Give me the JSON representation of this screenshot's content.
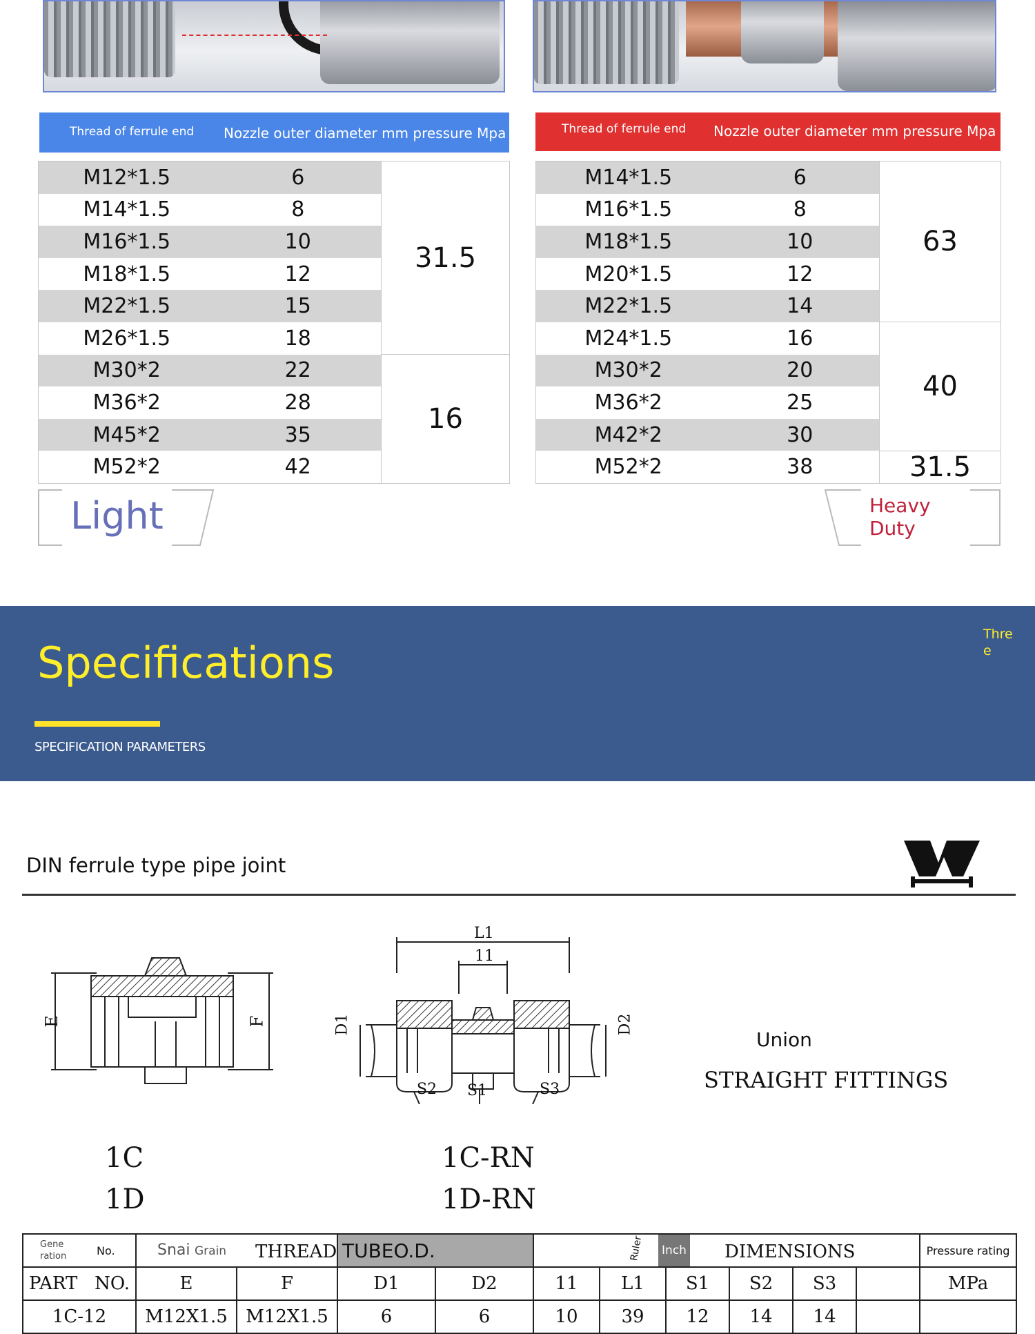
{
  "light_table": {
    "header": {
      "col1": "Thread of ferrule end",
      "col2": "Nozzle outer diameter mm pressure Mpa"
    },
    "rows": [
      {
        "thread": "M12*1.5",
        "od": "6"
      },
      {
        "thread": "M14*1.5",
        "od": "8"
      },
      {
        "thread": "M16*1.5",
        "od": "10"
      },
      {
        "thread": "M18*1.5",
        "od": "12"
      },
      {
        "thread": "M22*1.5",
        "od": "15"
      },
      {
        "thread": "M26*1.5",
        "od": "18"
      },
      {
        "thread": "M30*2",
        "od": "22"
      },
      {
        "thread": "M36*2",
        "od": "28"
      },
      {
        "thread": "M45*2",
        "od": "35"
      },
      {
        "thread": "M52*2",
        "od": "42"
      }
    ],
    "pressures": [
      "31.5",
      "16"
    ],
    "label": "Light"
  },
  "heavy_table": {
    "header": {
      "col1": "Thread of ferrule end",
      "col2": "Nozzle outer diameter mm pressure Mpa"
    },
    "rows": [
      {
        "thread": "M14*1.5",
        "od": "6"
      },
      {
        "thread": "M16*1.5",
        "od": "8"
      },
      {
        "thread": "M18*1.5",
        "od": "10"
      },
      {
        "thread": "M20*1.5",
        "od": "12"
      },
      {
        "thread": "M22*1.5",
        "od": "14"
      },
      {
        "thread": "M24*1.5",
        "od": "16"
      },
      {
        "thread": "M30*2",
        "od": "20"
      },
      {
        "thread": "M36*2",
        "od": "25"
      },
      {
        "thread": "M42*2",
        "od": "30"
      },
      {
        "thread": "M52*2",
        "od": "38"
      }
    ],
    "pressures": [
      "63",
      "40",
      "31.5"
    ],
    "label": "Heavy Duty"
  },
  "specs": {
    "title": "Specifications",
    "subtitle": "SPECIFICATION PARAMETERS",
    "corner_text": "Three"
  },
  "doc": {
    "title": "DIN ferrule type pipe joint",
    "union_label": "Union",
    "fittings_label": "STRAIGHT FITTINGS",
    "codes_left": [
      "1C",
      "1D"
    ],
    "codes_right": [
      "1C-RN",
      "1D-RN"
    ]
  },
  "drawing_labels": {
    "left": {
      "e": "E",
      "f": "F"
    },
    "right": {
      "l1": "L1",
      "l_small": "11",
      "d1": "D1",
      "d2": "D2",
      "s1": "S1",
      "s2": "S2",
      "s3": "S3"
    }
  },
  "bottom_table": {
    "generation": "Gene ration",
    "no": "No.",
    "snai": "Snai",
    "grain": "Grain",
    "thread": "THREAD",
    "tube_od": "TUBEO.D.",
    "ruler": "Ruler",
    "inch": "Inch",
    "dimensions": "DIMENSIONS",
    "pressure_rating": "Pressure rating",
    "part_no": "PART   NO.",
    "e": "E",
    "f": "F",
    "d1": "D1",
    "d2": "D2",
    "l11": "11",
    "l1": "L1",
    "s1": "S1",
    "s2": "S2",
    "s3": "S3",
    "mpa": "MPa",
    "row": {
      "part": "1C-12",
      "e": "M12X1.5",
      "f": "M12X1.5",
      "d1": "6",
      "d2": "6",
      "l11": "10",
      "l1": "39",
      "s1": "12",
      "s2": "14",
      "s3": "14"
    }
  }
}
